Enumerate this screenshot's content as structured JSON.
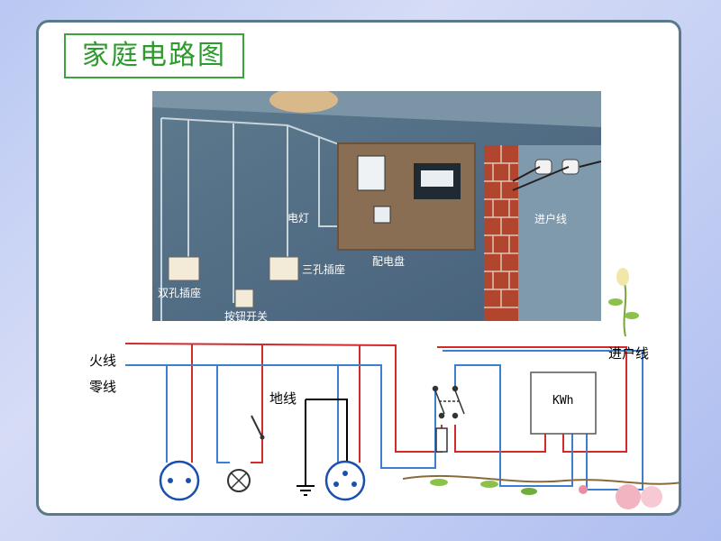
{
  "slide": {
    "title": "家庭电路图"
  },
  "photo": {
    "labels": {
      "lamp": "电灯",
      "three_hole_socket": "三孔插座",
      "distribution_panel": "配电盘",
      "incoming_line": "进户线",
      "two_hole_socket": "双孔插座",
      "button_switch": "按钮开关"
    }
  },
  "circuit": {
    "labels": {
      "live_wire": "火线",
      "neutral_wire": "零线",
      "ground_wire": "地线",
      "incoming_line": "进户线",
      "meter": "KWh"
    }
  },
  "colors": {
    "live": "#d42a2a",
    "neutral": "#3b7fd0",
    "ground": "#000000",
    "title": "#2d9a2d",
    "frame": "#5a7a8c"
  }
}
